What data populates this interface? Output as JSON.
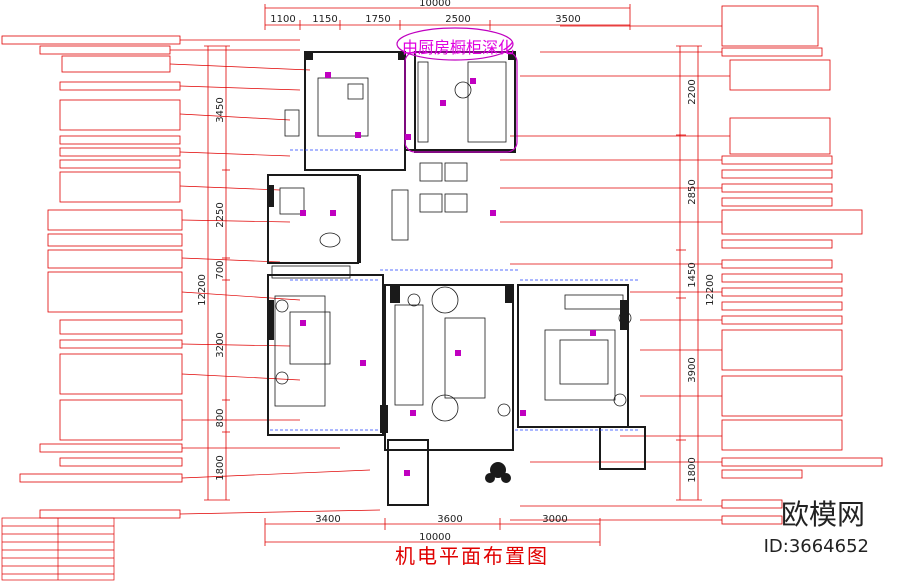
{
  "title": "机电平面布置图",
  "brand_text": "欧模网",
  "image_id": "ID:3664652",
  "callout": "由厨房橱柜深化",
  "colors": {
    "wall": "#1a1a1a",
    "cad_red": "#e00000",
    "cad_magenta": "#c000c0",
    "cad_blue": "#2040ff",
    "text_dark": "#222222"
  },
  "dimensions": {
    "top_total": "10000",
    "top_segments": [
      "1100",
      "1150",
      "1750",
      "2500",
      "3500"
    ],
    "bottom_total": "10000",
    "bottom_segments": [
      "3400",
      "3600",
      "3000"
    ],
    "left_total": "12200",
    "left_segments": [
      "3450",
      "2250",
      "700",
      "3200",
      "800",
      "1800"
    ],
    "right_total": "12200",
    "right_segments": [
      "2200",
      "2850",
      "1450",
      "3900",
      "1800"
    ]
  }
}
